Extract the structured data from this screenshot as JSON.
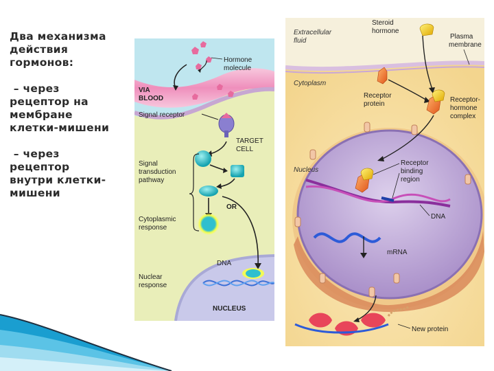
{
  "slide": {
    "title_lines": [
      "Два механизма",
      "действия",
      "гормонов:"
    ],
    "item1_lines": [
      " – через",
      "рецептор на",
      "мембране",
      "клетки-мишени"
    ],
    "item2_lines": [
      " – через",
      "рецептор",
      "внутри клетки-",
      "мишени"
    ]
  },
  "left_figure": {
    "hormone_molecule": [
      "Hormone",
      "molecule"
    ],
    "via_blood": [
      "VIA",
      "BLOOD"
    ],
    "signal_receptor": "Signal receptor",
    "target_cell": [
      "TARGET",
      "CELL"
    ],
    "signal_transduction": [
      "Signal",
      "transduction",
      "pathway"
    ],
    "or_label": "OR",
    "cytoplasmic_response": [
      "Cytoplasmic",
      "response"
    ],
    "dna": "DNA",
    "nuclear_response": [
      "Nuclear",
      "response"
    ],
    "nucleus": "NUCLEUS"
  },
  "right_figure": {
    "extracellular_fluid": [
      "Extracellular",
      "fluid"
    ],
    "steroid_hormone": [
      "Steroid",
      "hormone"
    ],
    "plasma_membrane": [
      "Plasma",
      "membrane"
    ],
    "cytoplasm": "Cytoplasm",
    "receptor_protein": [
      "Receptor",
      "protein"
    ],
    "receptor_hormone_complex": [
      "Receptor-",
      "hormone",
      "complex"
    ],
    "nucleus": "Nucleus",
    "receptor_binding_region": [
      "Receptor",
      "binding",
      "region"
    ],
    "dna": "DNA",
    "mrna": "mRNA",
    "new_protein": "New protein"
  },
  "colors": {
    "blood": "#f2a9c9",
    "fluid_left": "#bfe6ef",
    "cell_left": "#e8edb8",
    "nucleus_left": "#c9c9ea",
    "cytoplasm_right": "#f7dfa2",
    "nucleus_right": "#c7b4dc"
  }
}
